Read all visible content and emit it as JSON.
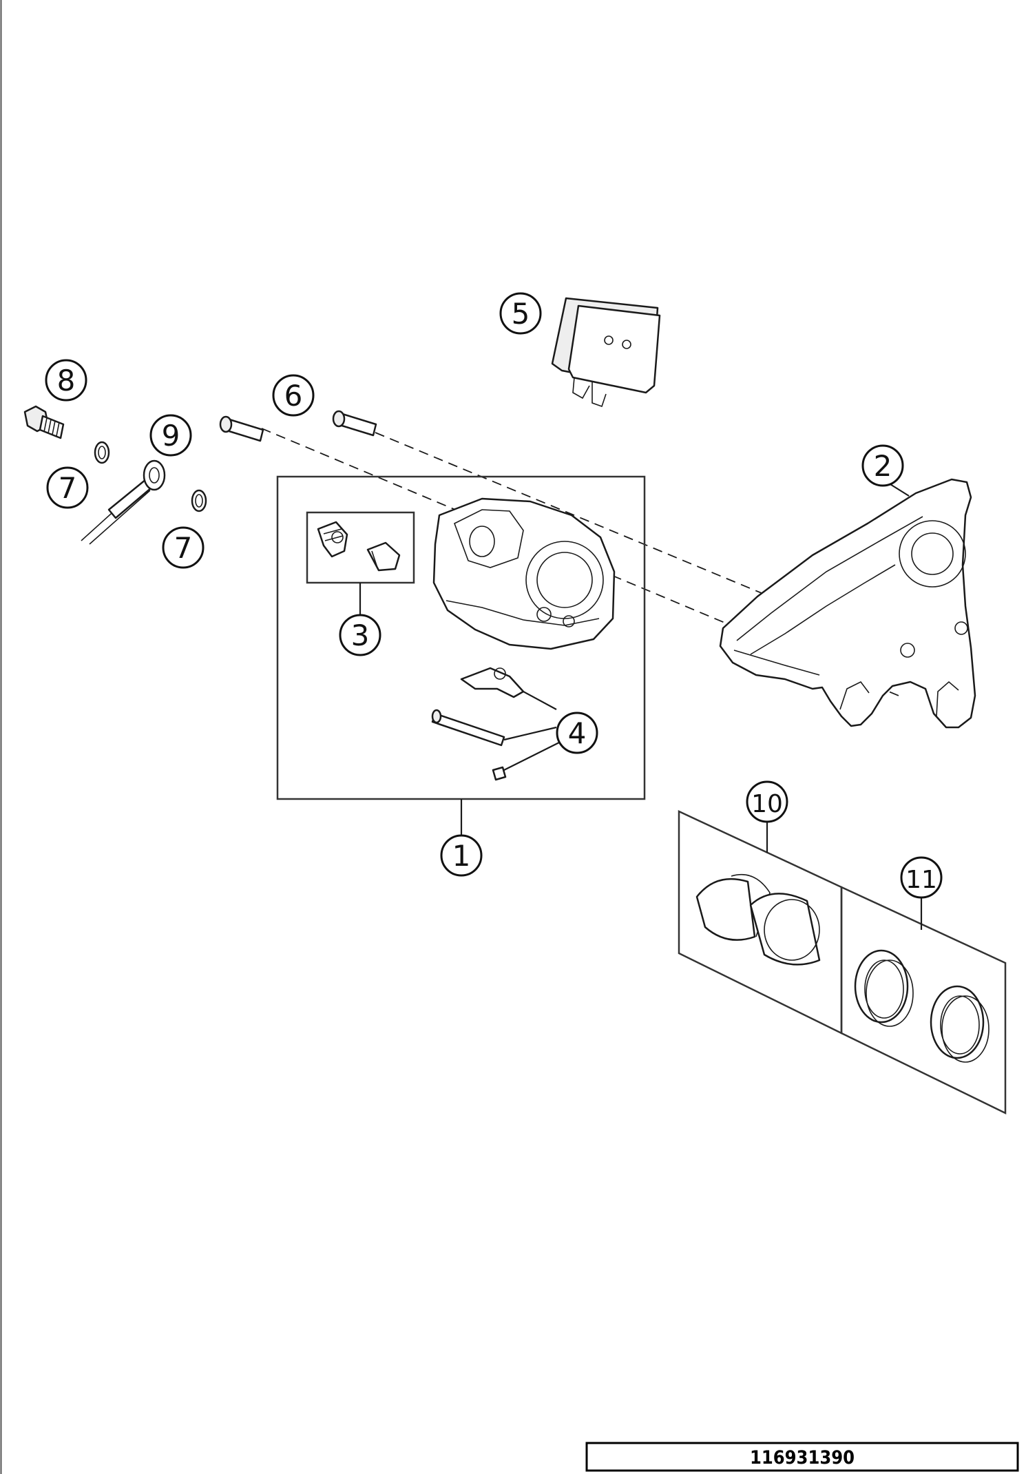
{
  "diagram": {
    "callouts": [
      {
        "id": "1",
        "label": "1"
      },
      {
        "id": "2",
        "label": "2"
      },
      {
        "id": "3",
        "label": "3"
      },
      {
        "id": "4",
        "label": "4"
      },
      {
        "id": "5",
        "label": "5"
      },
      {
        "id": "6",
        "label": "6"
      },
      {
        "id": "7a",
        "label": "7"
      },
      {
        "id": "7b",
        "label": "7"
      },
      {
        "id": "8",
        "label": "8"
      },
      {
        "id": "9",
        "label": "9"
      },
      {
        "id": "10",
        "label": "10"
      },
      {
        "id": "11",
        "label": "11"
      }
    ],
    "diagram_code": "116931390"
  }
}
